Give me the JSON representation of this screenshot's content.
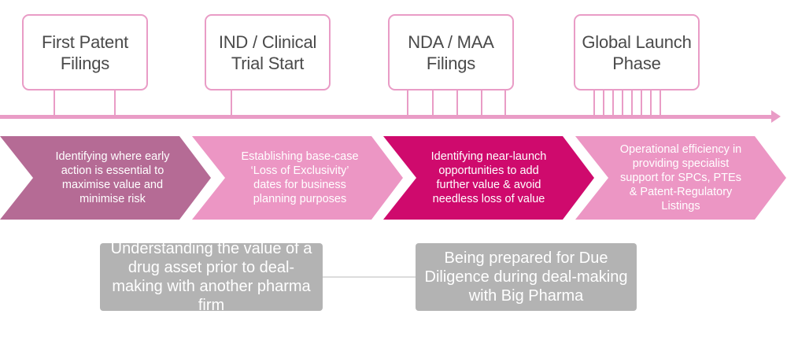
{
  "stages": [
    {
      "label": "First Patent Filings"
    },
    {
      "label": "IND / Clinical Trial Start"
    },
    {
      "label": "NDA / MAA Filings"
    },
    {
      "label": "Global Launch Phase"
    }
  ],
  "chevrons": [
    {
      "text": "Identifying where early action is essential to maximise value and minimise risk",
      "color": "#b56b95"
    },
    {
      "text": "Establishing base-case ‘Loss of Exclusivity’ dates for business planning purposes",
      "color": "#ec96c4"
    },
    {
      "text": "Identifying near-launch opportunities to add further value & avoid needless loss of value",
      "color": "#cf0a6d"
    },
    {
      "text": "Operational efficiency in providing specialist support for SPCs, PTEs & Patent-Regulatory Listings",
      "color": "#ec96c4"
    }
  ],
  "deal_boxes": [
    {
      "text": "Understanding the value of a drug asset prior to deal-making with another pharma firm"
    },
    {
      "text": "Being prepared for Due Diligence during deal-making with Big Pharma"
    }
  ],
  "colors": {
    "timeline": "#e99cc6",
    "deal_box": "#b3b3b3"
  }
}
